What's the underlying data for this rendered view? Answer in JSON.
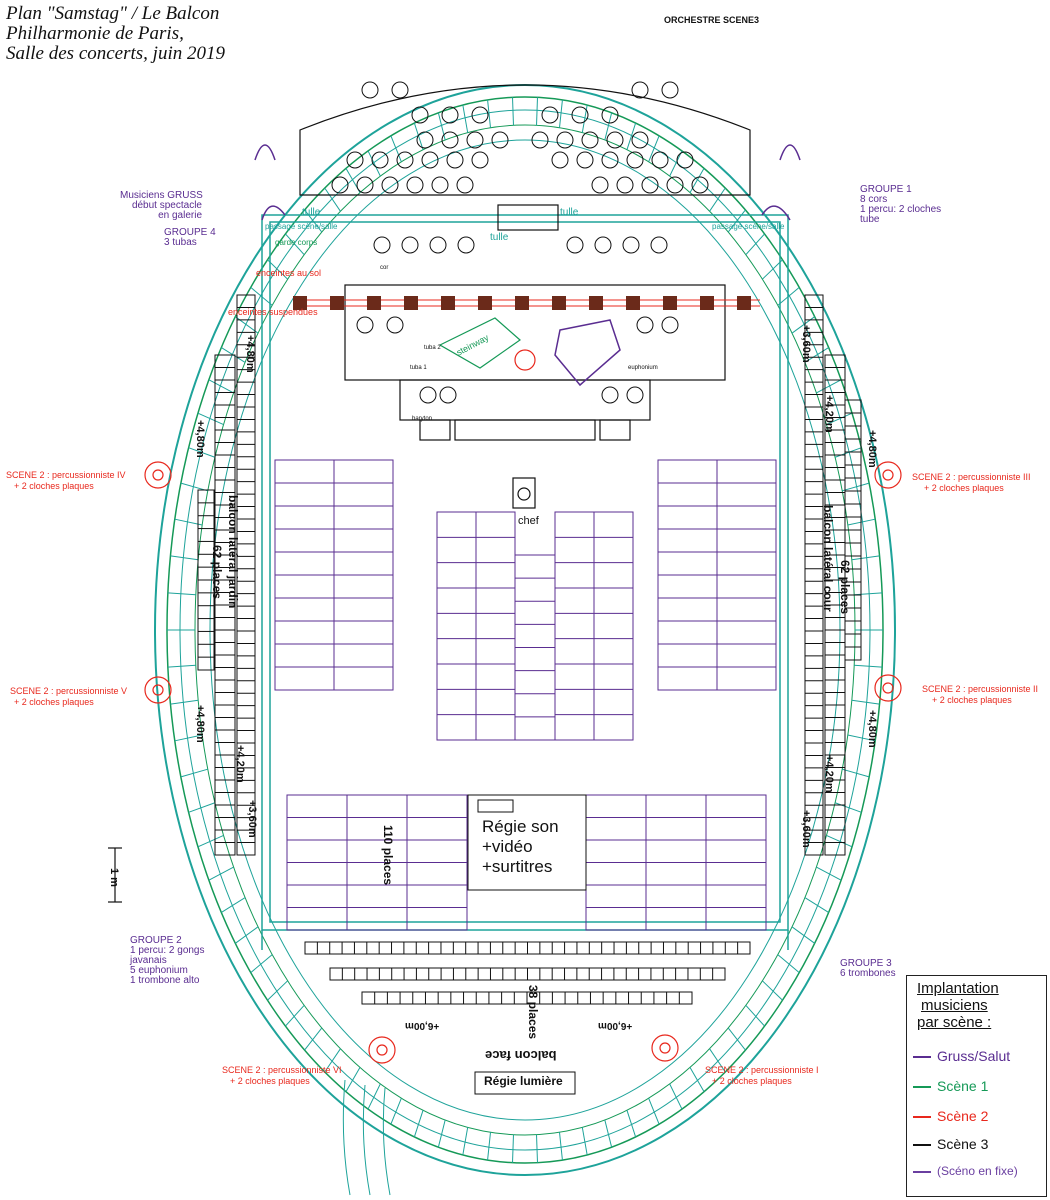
{
  "title": {
    "line1": "Plan \"Samstag\" / Le Balcon",
    "line2": "Philharmonie de Paris,",
    "line3": "Salle des concerts, juin 2019"
  },
  "colors": {
    "gruss": "#5a2d91",
    "scene1": "#159957",
    "scene2": "#e8281d",
    "scene3": "#111111",
    "sceno": "#6a3fa0",
    "teal": "#1ea39a"
  },
  "labels": {
    "orchestre_scene3": "ORCHESTRE SCENE3",
    "musiciens_gruss": "Musiciens GRUSS",
    "debut_spectacle": "début spectacle",
    "en_galerie": "en galerie",
    "groupe4_title": "GROUPE 4",
    "groupe4_desc": "3 tubas",
    "groupe1_title": "GROUPE 1",
    "groupe1_line1": "8 cors",
    "groupe1_line2": "1 percu: 2 cloches",
    "groupe1_line3": "tube",
    "groupe2_title": "GROUPE 2",
    "groupe2_line1": "1 percu: 2 gongs",
    "groupe2_line2": "javanais",
    "groupe2_line3": "5 euphonium",
    "groupe2_line4": "1 trombone alto",
    "groupe3_title": "GROUPE 3",
    "groupe3_desc": "6 trombones",
    "tulle_left": "tulle",
    "tulle_center": "tulle",
    "tulle_right": "tulle",
    "passage_left": "passage scène/salle",
    "passage_right": "passage scène/salle",
    "garde_corps": "garde corps",
    "enceintes_sol": "enceintes au sol",
    "enceintes_susp": "enceintes suspendues",
    "steinway": "steinway",
    "chef": "chef",
    "regie_son_1": "Régie son",
    "regie_son_2": "+vidéo",
    "regie_son_3": "+surtitres",
    "regie_lumiere": "Régie lumière",
    "balcon_face": "balcon face",
    "places_38": "38 places",
    "places_62_left": "62 places",
    "places_62_right": "62 places",
    "places_110": "110 places",
    "balcon_lat_jardin": "balcon latéral jardin",
    "balcon_lat_cour": "balcon latéral cour",
    "scene2_perc_iv": "SCENE 2 : percussionniste IV",
    "scene2_perc_v": "SCENE 2 : percussionniste V",
    "scene2_perc_iii": "SCENE 2 : percussionniste III",
    "scene2_perc_ii": "SCENE 2 : percussionniste II",
    "scene2_perc_vi": "SCENE 2 : percussionniste VI",
    "scene2_perc_i": "SCENE 2 : percussionniste I",
    "cloches_plaques": "+ 2 cloches plaques",
    "h480": "+4,80m",
    "h360": "+3,60m",
    "h420": "+4,20m",
    "h600": "+6,00m",
    "scale": "1 m",
    "tuba1": "tuba 1",
    "tuba2": "tuba 2",
    "euphonium": "euphonium",
    "baryton": "baryton",
    "cor": "cor"
  },
  "legend": {
    "title1": "Implantation",
    "title2": "musiciens",
    "title3": "par scène :",
    "items": [
      {
        "label": "Gruss/Salut",
        "color": "#5a2d91"
      },
      {
        "label": "Scène 1",
        "color": "#159957"
      },
      {
        "label": "Scène 2",
        "color": "#e8281d"
      },
      {
        "label": "Scène 3",
        "color": "#111111"
      },
      {
        "label": "(Scéno en fixe)",
        "color": "#6a3fa0"
      }
    ]
  }
}
